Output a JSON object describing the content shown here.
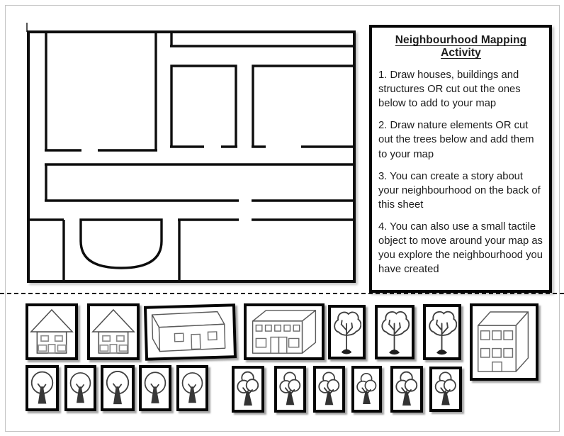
{
  "page": {
    "background": "#ffffff",
    "frame_color": "#c4c4c4",
    "ink_color": "#0d0d0d"
  },
  "instructions": {
    "title": "Neighbourhood Mapping Activity",
    "items": [
      "1. Draw houses, buildings and structures OR cut out the ones below to add to your map",
      "2. Draw nature elements OR cut out the trees below and add them to your map",
      "3. You can create a story about your neighbourhood on the back of this sheet",
      "4. You can also use a small tactile object to move around your map as you explore the neighbourhood you have created"
    ]
  },
  "map": {
    "content": "blank street map with blocks, driveways and a cul-de-sac",
    "stroke_color": "#0d0d0d"
  },
  "separator": {
    "style": "dashed cut line"
  },
  "cutouts": {
    "row1": [
      "house-icon",
      "house-icon",
      "wide-building-icon",
      "building-3d-icon",
      "sapling-tree-icon",
      "sapling-tree-icon",
      "sapling-tree-icon",
      "tall-building-icon"
    ],
    "row2": [
      "round-tree-icon",
      "round-tree-icon",
      "round-tree-icon",
      "round-tree-icon",
      "round-tree-icon",
      "fluffy-tree-icon",
      "fluffy-tree-icon",
      "fluffy-tree-icon",
      "fluffy-tree-icon",
      "fluffy-tree-icon",
      "fluffy-tree-icon"
    ]
  }
}
